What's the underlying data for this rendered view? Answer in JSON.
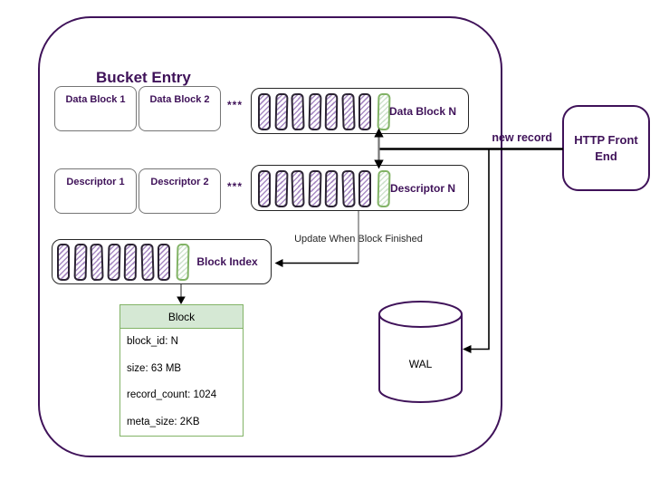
{
  "bucket": {
    "title": "Bucket Entry",
    "ellipsis": "***",
    "data_block_1": "Data Block 1",
    "data_block_2": "Data Block 2",
    "data_block_n": "Data Block N",
    "descriptor_1": "Descriptor 1",
    "descriptor_2": "Descriptor 2",
    "descriptor_n": "Descriptor N",
    "block_index": "Block Index",
    "bar_count": 7,
    "highlight_bar_count": 1
  },
  "annotations": {
    "new_record": "new record",
    "update_when_block_finished": "Update When Block Finished"
  },
  "block_table": {
    "title": "Block",
    "fields": [
      "block_id: N",
      "size: 63 MB",
      "record_count: 1024",
      "meta_size: 2KB"
    ]
  },
  "wal": {
    "label": "WAL"
  },
  "http_front_end": {
    "label": "HTTP Front End"
  },
  "colors": {
    "purple_dark": "#3f1259",
    "purple_hatch": "#a98bc4",
    "green_stroke": "#82b366",
    "green_fill": "#d5e8d4",
    "box_border_gray": "#757575",
    "line_black": "#000000"
  }
}
